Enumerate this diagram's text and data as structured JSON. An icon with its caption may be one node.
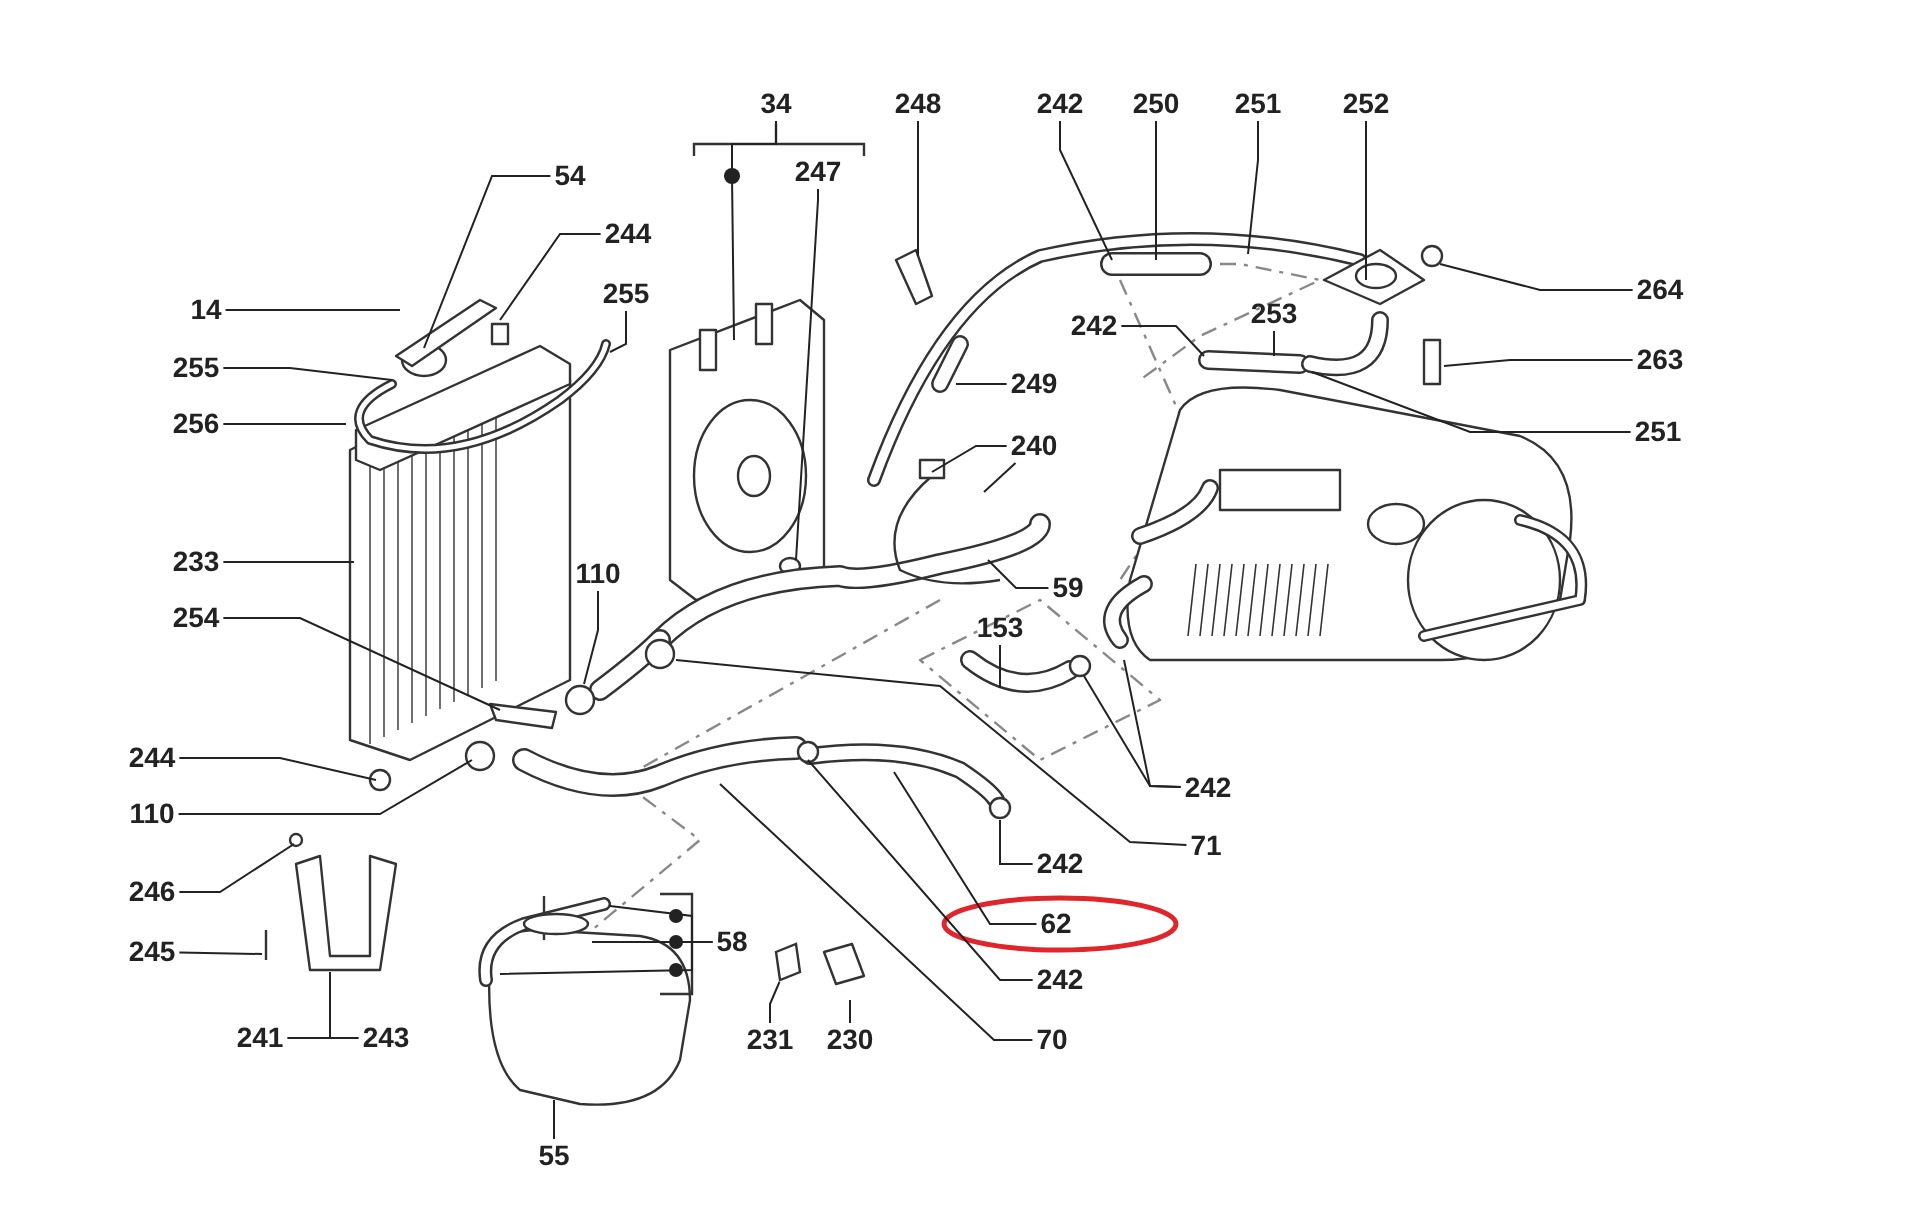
{
  "diagram": {
    "nodes": [
      {
        "text": [
          "34"
        ]
      },
      {
        "text": [
          "248"
        ]
      },
      {
        "text": [
          "242"
        ]
      },
      {
        "text": [
          "250"
        ]
      },
      {
        "text": [
          "251"
        ]
      },
      {
        "text": [
          "252"
        ]
      },
      {
        "text": [
          "54"
        ]
      },
      {
        "text": [
          "247"
        ]
      },
      {
        "text": [
          "244"
        ]
      },
      {
        "text": [
          "14"
        ]
      },
      {
        "text": [
          "255"
        ]
      },
      {
        "text": [
          "253"
        ]
      },
      {
        "text": [
          "242"
        ]
      },
      {
        "text": [
          "264"
        ]
      },
      {
        "text": [
          "255"
        ]
      },
      {
        "text": [
          "263"
        ]
      },
      {
        "text": [
          "249"
        ]
      },
      {
        "text": [
          "256"
        ]
      },
      {
        "text": [
          "251"
        ]
      },
      {
        "text": [
          "240"
        ]
      },
      {
        "text": [
          "233"
        ]
      },
      {
        "text": [
          "110"
        ]
      },
      {
        "text": [
          "59"
        ]
      },
      {
        "text": [
          "254"
        ]
      },
      {
        "text": [
          "153"
        ]
      },
      {
        "text": [
          "244"
        ]
      },
      {
        "text": [
          "242"
        ]
      },
      {
        "text": [
          "110"
        ]
      },
      {
        "text": [
          "242"
        ]
      },
      {
        "text": [
          "71"
        ]
      },
      {
        "text": [
          "246"
        ]
      },
      {
        "text": [
          "62"
        ]
      },
      {
        "text": [
          "245"
        ]
      },
      {
        "text": [
          "58"
        ]
      },
      {
        "text": [
          "242"
        ]
      },
      {
        "text": [
          "241"
        ]
      },
      {
        "text": [
          "243"
        ]
      },
      {
        "text": [
          "231"
        ]
      },
      {
        "text": [
          "230"
        ]
      },
      {
        "text": [
          "70"
        ]
      },
      {
        "text": [
          "55"
        ]
      },
      {
        "text": [],
        "shape": "picture"
      }
    ],
    "edges": [
      {
        "from": 0,
        "to": null,
        "arrow": "none"
      },
      {
        "from": 1,
        "to": null,
        "arrow": "none"
      },
      {
        "from": 2,
        "to": null,
        "arrow": "none"
      },
      {
        "from": 3,
        "to": null,
        "arrow": "none"
      },
      {
        "from": 4,
        "to": null,
        "arrow": "none"
      },
      {
        "from": 5,
        "to": null,
        "arrow": "none"
      },
      {
        "from": 6,
        "to": null,
        "arrow": "none"
      },
      {
        "from": 7,
        "to": null,
        "arrow": "none"
      },
      {
        "from": 8,
        "to": null,
        "arrow": "none"
      },
      {
        "from": 9,
        "to": null,
        "arrow": "none"
      },
      {
        "from": 10,
        "to": null,
        "arrow": "none"
      },
      {
        "from": 11,
        "to": null,
        "arrow": "none"
      },
      {
        "from": 12,
        "to": null,
        "arrow": "none"
      },
      {
        "from": 13,
        "to": null,
        "arrow": "none"
      },
      {
        "from": 14,
        "to": null,
        "arrow": "none"
      },
      {
        "from": 15,
        "to": null,
        "arrow": "none"
      },
      {
        "from": 16,
        "to": null,
        "arrow": "none"
      },
      {
        "from": 17,
        "to": null,
        "arrow": "none"
      },
      {
        "from": 18,
        "to": null,
        "arrow": "none"
      },
      {
        "from": 19,
        "to": null,
        "arrow": "none"
      },
      {
        "from": 19,
        "to": null,
        "arrow": "none"
      },
      {
        "from": 20,
        "to": null,
        "arrow": "none"
      },
      {
        "from": 21,
        "to": null,
        "arrow": "none"
      },
      {
        "from": 22,
        "to": null,
        "arrow": "none"
      },
      {
        "from": 23,
        "to": null,
        "arrow": "none"
      },
      {
        "from": 24,
        "to": null,
        "arrow": "none"
      },
      {
        "from": 25,
        "to": null,
        "arrow": "none"
      },
      {
        "from": 26,
        "to": null,
        "arrow": "none"
      },
      {
        "from": 26,
        "to": null,
        "arrow": "none"
      },
      {
        "from": 27,
        "to": null,
        "arrow": "none"
      },
      {
        "from": 28,
        "to": null,
        "arrow": "none"
      },
      {
        "from": 29,
        "to": null,
        "arrow": "none"
      },
      {
        "from": 30,
        "to": null,
        "arrow": "none"
      },
      {
        "from": 31,
        "to": null,
        "arrow": "none"
      },
      {
        "from": 32,
        "to": null,
        "arrow": "none"
      },
      {
        "from": 33,
        "to": null,
        "arrow": "none"
      },
      {
        "from": 33,
        "to": null,
        "arrow": "none"
      },
      {
        "from": 33,
        "to": null,
        "arrow": "none"
      },
      {
        "from": 34,
        "to": null,
        "arrow": "none"
      },
      {
        "from": 35,
        "to": null,
        "arrow": "none"
      },
      {
        "from": 36,
        "to": null,
        "arrow": "none"
      },
      {
        "from": 37,
        "to": 41,
        "arrow": "none"
      },
      {
        "from": 38,
        "to": null,
        "arrow": "none"
      },
      {
        "from": 39,
        "to": null,
        "arrow": "none"
      },
      {
        "from": 40,
        "to": null,
        "arrow": "none"
      }
    ]
  }
}
